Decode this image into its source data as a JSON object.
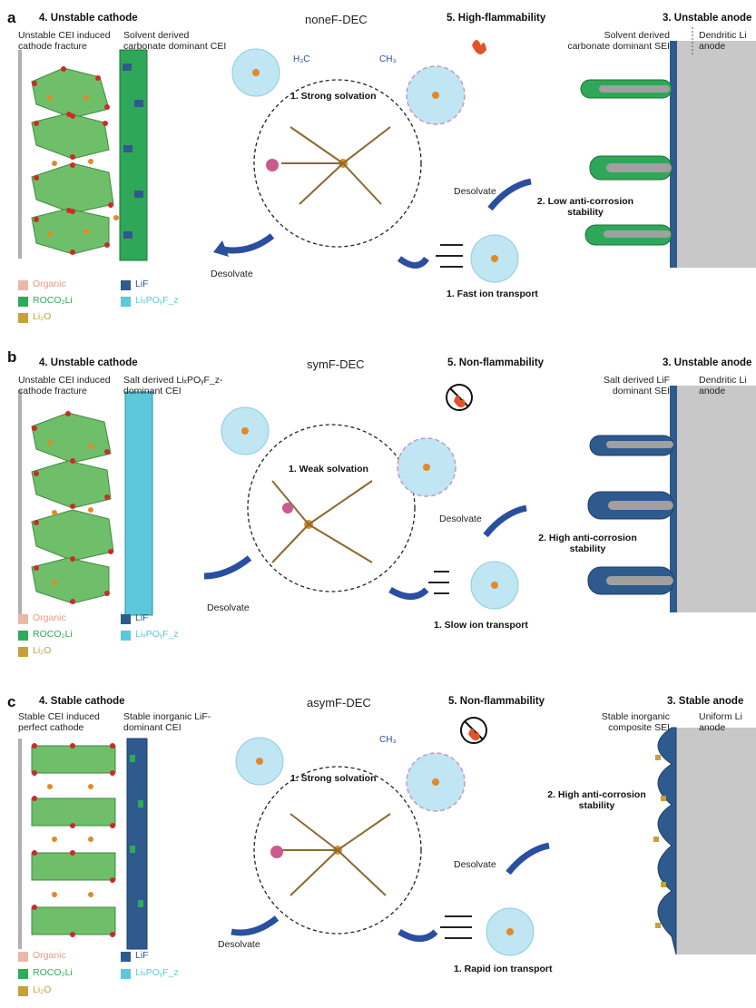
{
  "colors": {
    "organic": "#eab8a6",
    "roco2li": "#2eab58",
    "li2o": "#c8a03a",
    "lif": "#2f5a8e",
    "lipof": "#5cc8da",
    "accent_arrow": "#2a4fa0",
    "ion": "#e08a2a",
    "bubble": "#bfe6f2"
  },
  "legend": {
    "organic": "Organic",
    "roco2li": "ROCO₂Li",
    "li2o": "Li₂O",
    "lif": "LiF",
    "lipof": "LiₓPOᵧF_z"
  },
  "panels": [
    {
      "label": "a",
      "cathode_title": "4. Unstable cathode",
      "cathode_left": "Unstable CEI induced cathode fracture",
      "cathode_right": "Solvent derived carbonate dominant CEI",
      "molecule": "noneF-DEC",
      "mol_left_group": "H₃C",
      "mol_right_group": "CH₃",
      "solvation": "1. Strong solvation",
      "flammability": "5. High-flammability",
      "anode_title": "3. Unstable anode",
      "anode_left": "Solvent derived carbonate dominant SEI",
      "anode_right": "Dendritic Li anode",
      "corrosion": "2. Low anti-corrosion stability",
      "transport": "1. Fast ion transport",
      "desolvate_left": "Desolvate",
      "desolvate_right": "Desolvate"
    },
    {
      "label": "b",
      "cathode_title": "4. Unstable cathode",
      "cathode_left": "Unstable CEI induced cathode fracture",
      "cathode_right": "Salt derived LiₓPOᵧF_z-dominant CEI",
      "molecule": "symF-DEC",
      "solvation": "1. Weak solvation",
      "flammability": "5. Non-flammability",
      "anode_title": "3. Unstable anode",
      "anode_left": "Salt derived LiF dominant SEI",
      "anode_right": "Dendritic Li anode",
      "corrosion": "2. High anti-corrosion stability",
      "transport": "1. Slow ion transport",
      "desolvate_left": "Desolvate",
      "desolvate_right": "Desolvate"
    },
    {
      "label": "c",
      "cathode_title": "4. Stable cathode",
      "cathode_left": "Stable CEI induced perfect cathode",
      "cathode_right": "Stable inorganic LiF-dominant CEI",
      "molecule": "asymF-DEC",
      "mol_right_group": "CH₃",
      "solvation": "1. Strong solvation",
      "flammability": "5. Non-flammability",
      "anode_title": "3. Stable anode",
      "anode_left": "Stable inorganic composite SEI",
      "anode_right": "Uniform Li anode",
      "corrosion": "2. High anti-corrosion stability",
      "transport": "1. Rapid ion transport",
      "desolvate_left": "Desolvate",
      "desolvate_right": "Desolvate"
    }
  ]
}
